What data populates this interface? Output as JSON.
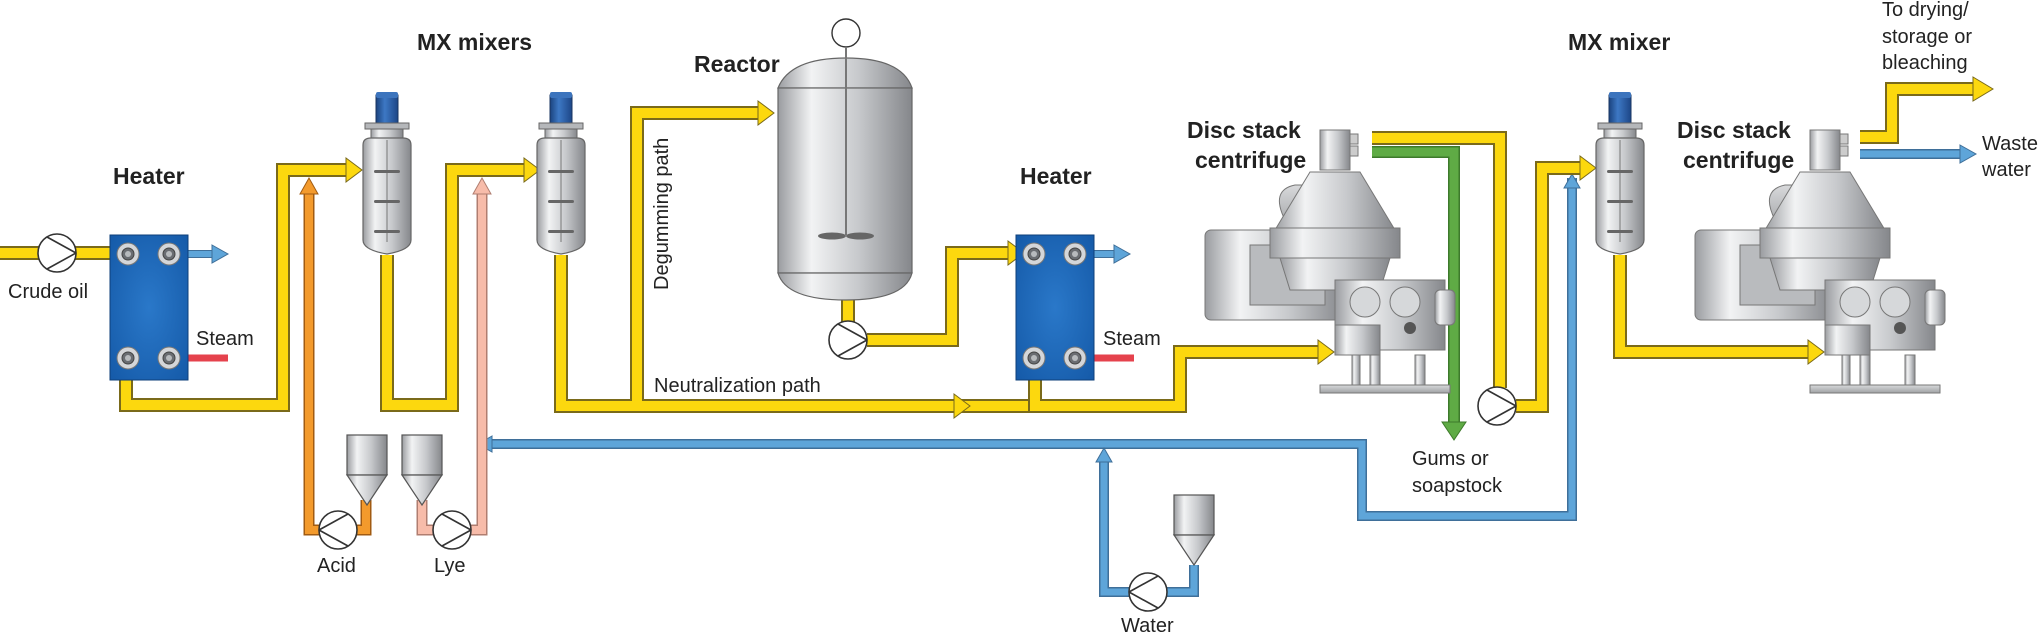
{
  "diagram": {
    "title": "Oil refining process: degumming and neutralization",
    "colors": {
      "oil": "#fcd80e",
      "water": "#5ea5d9",
      "acid": "#f39a2c",
      "lye": "#f7bcaa",
      "steam": "#e5424d",
      "gums": "#5fab45",
      "heater": "#1e66b8",
      "motor": "#2a5ea8"
    },
    "labels": {
      "heater1": "Heater",
      "heater2": "Heater",
      "mx_mixers": "MX mixers",
      "reactor": "Reactor",
      "centrifuge1_line1": "Disc stack",
      "centrifuge1_line2": "centrifuge",
      "mx_mixer": "MX mixer",
      "centrifuge2_line1": "Disc stack",
      "centrifuge2_line2": "centrifuge",
      "crude_oil": "Crude oil",
      "steam1": "Steam",
      "steam2": "Steam",
      "acid": "Acid",
      "lye": "Lye",
      "water": "Water",
      "degumming_path": "Degumming path",
      "neutralization_path": "Neutralization path",
      "gums_line1": "Gums or",
      "gums_line2": "soapstock",
      "output_line1": "To drying/",
      "output_line2": "storage or",
      "output_line3": "bleaching",
      "waste_line1": "Waste",
      "waste_line2": "water"
    },
    "icons": {
      "pump": "pump-icon",
      "heater": "plate-heat-exchanger-icon",
      "mixer": "mx-mixer-icon",
      "reactor": "reactor-vessel-icon",
      "centrifuge": "disc-stack-centrifuge-icon",
      "dosing_tank": "dosing-tank-icon"
    }
  }
}
